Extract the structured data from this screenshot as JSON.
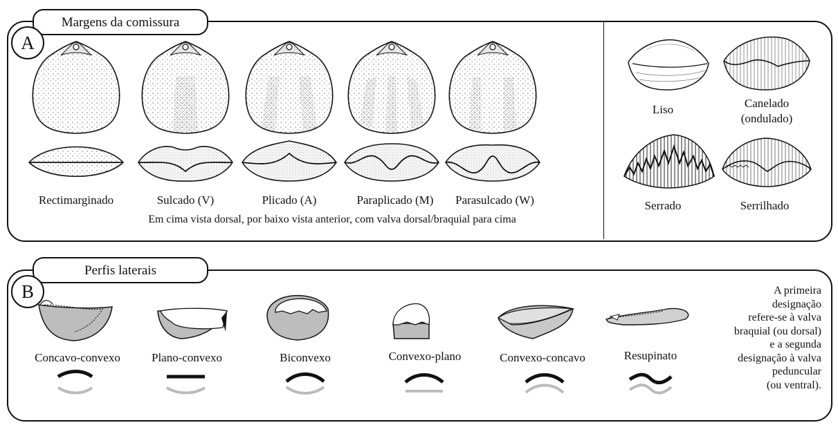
{
  "panel_a": {
    "tab_title": "Margens da comissura",
    "letter": "A",
    "labels": [
      "Rectimarginado",
      "Sulcado (V)",
      "Plicado (A)",
      "Paraplicado (M)",
      "Parasulcado (W)"
    ],
    "caption": "Em cima vista dorsal, por baixo vista anterior, com valva dorsal/braquial para cima",
    "texture_labels": {
      "smooth": "Liso",
      "canelado_1": "Canelado",
      "canelado_2": "(ondulado)",
      "serrado": "Serrado",
      "serrilhado": "Serrilhado"
    }
  },
  "panel_b": {
    "tab_title": "Perfis laterais",
    "letter": "B",
    "labels": [
      "Concavo-convexo",
      "Plano-convexo",
      "Biconvexo",
      "Convexo-plano",
      "Convexo-concavo",
      "Resupinato"
    ],
    "note": [
      "A primeira",
      "designação",
      "refere-se à valva",
      "braquial (ou dorsal)",
      "e a segunda",
      "designação à valva",
      "peduncular",
      "(ou ventral)."
    ]
  }
}
